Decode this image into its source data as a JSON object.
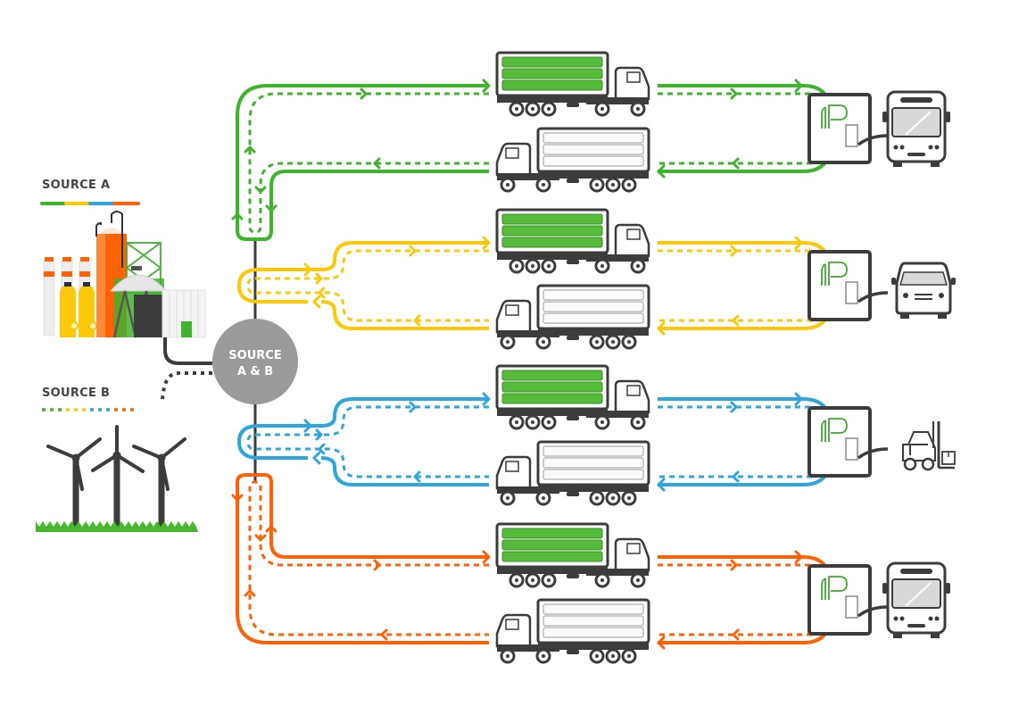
{
  "title": "Hydrogen supply and distribution diagram",
  "sources": {
    "a": {
      "label": "SOURCE A",
      "type": "industrial plant",
      "legend_style": "solid"
    },
    "b": {
      "label": "SOURCE B",
      "type": "wind farm",
      "legend_style": "dashed"
    },
    "hub": {
      "line1": "SOURCE",
      "line2": "A & B"
    }
  },
  "colors": {
    "green": "#3fb22e",
    "yellow": "#fcc80a",
    "blue": "#2ea6dd",
    "orange": "#fd6207",
    "dark": "#3c3c3c",
    "hub": "#9a9a9a",
    "fill_green": "#56bb3a"
  },
  "legend_colors": [
    "green",
    "yellow",
    "blue",
    "orange"
  ],
  "routes": [
    {
      "name": "green-route",
      "color": "green",
      "outbound_trailer": "full",
      "return_trailer": "empty",
      "station": "refuelling-station",
      "vehicle": "bus"
    },
    {
      "name": "yellow-route",
      "color": "yellow",
      "outbound_trailer": "full",
      "return_trailer": "empty",
      "station": "refuelling-station",
      "vehicle": "van"
    },
    {
      "name": "blue-route",
      "color": "blue",
      "outbound_trailer": "full",
      "return_trailer": "empty",
      "station": "refuelling-station",
      "vehicle": "forklift"
    },
    {
      "name": "orange-route",
      "color": "orange",
      "outbound_trailer": "full",
      "return_trailer": "empty",
      "station": "refuelling-station",
      "vehicle": "bus"
    }
  ]
}
